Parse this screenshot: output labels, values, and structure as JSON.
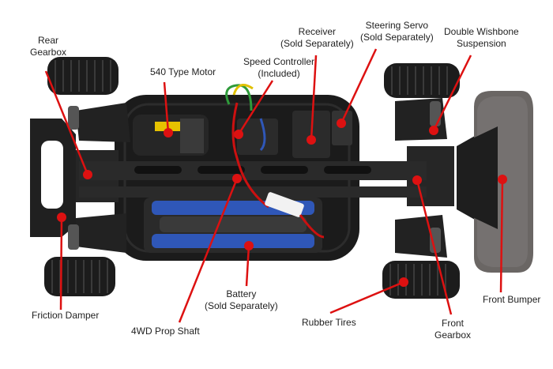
{
  "colors": {
    "leader_line": "#dd1111",
    "dot": "#dd1111",
    "chassis": "#1b1b1b",
    "foam_bumper": "#6a6664",
    "battery_blue": "#2f57b8",
    "wire_red": "#cc1010",
    "wire_green": "#2e9b3a",
    "wire_yellow": "#e0c000"
  },
  "icons": [
    "rc-chassis-illustration"
  ],
  "labels": {
    "rear_gearbox": [
      "Rear",
      "Gearbox"
    ],
    "motor": [
      "540 Type Motor"
    ],
    "speed_controller": [
      "Speed Controller",
      "(Included)"
    ],
    "receiver": [
      "Receiver",
      "(Sold Separately)"
    ],
    "steering_servo": [
      "Steering Servo",
      "(Sold Separately)"
    ],
    "double_wishbone": [
      "Double Wishbone",
      "Suspension"
    ],
    "friction_damper": [
      "Friction Damper"
    ],
    "prop_shaft": [
      "4WD Prop Shaft"
    ],
    "battery": [
      "Battery",
      "(Sold Separately)"
    ],
    "rubber_tires": [
      "Rubber Tires"
    ],
    "front_gearbox": [
      "Front",
      "Gearbox"
    ],
    "front_bumper": [
      "Front Bumper"
    ]
  }
}
